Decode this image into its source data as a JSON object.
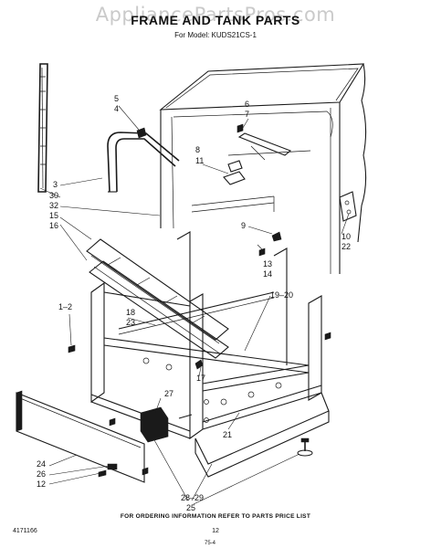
{
  "header": {
    "watermark": "AppliancePartsPros.com",
    "title": "FRAME AND TANK PARTS",
    "subtitle": "For Model: KUDS21CS-1"
  },
  "callouts": {
    "c5": "5",
    "c4": "4",
    "c6": "6",
    "c7": "7",
    "c8": "8",
    "c11": "11",
    "c3": "3",
    "c30": "30",
    "c32": "32",
    "c15": "15",
    "c16": "16",
    "c9": "9",
    "c10": "10",
    "c22": "22",
    "c13": "13",
    "c14": "14",
    "c1_2": "1–2",
    "c18": "18",
    "c23": "23",
    "c19_20": "19–20",
    "c17": "17",
    "c27": "27",
    "c21": "21",
    "c24": "24",
    "c26": "26",
    "c12": "12",
    "c28_29": "28–29",
    "c25": "25"
  },
  "footer": {
    "note": "FOR ORDERING INFORMATION REFER TO PARTS PRICE LIST",
    "doc_number": "4171166",
    "page_number": "12",
    "scribble": "75-4"
  },
  "icons": [
    "screw-icon",
    "leveling-leg-icon",
    "bracket-icon"
  ]
}
